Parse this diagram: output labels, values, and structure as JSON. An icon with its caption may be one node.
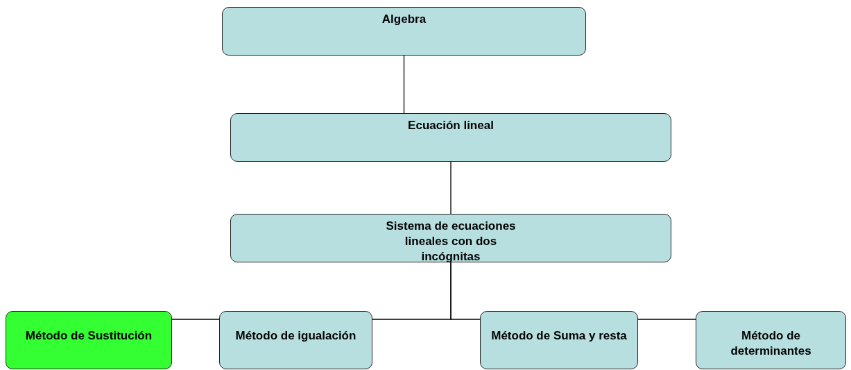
{
  "diagram": {
    "nodes": [
      {
        "text": [
          "Algebra"
        ]
      },
      {
        "text": [
          "Ecuación lineal"
        ]
      },
      {
        "text": [
          "Sistema de ecuaciones lineales con dos incógnitas"
        ]
      },
      {
        "text": [
          "Método de Sustitución"
        ]
      },
      {
        "text": [
          "Método de igualación"
        ]
      },
      {
        "text": [
          "Método de Suma y resta"
        ]
      },
      {
        "text": [
          "Método de determinantes"
        ]
      }
    ],
    "edges": [
      {
        "from": 0,
        "to": 1,
        "arrow": "none"
      },
      {
        "from": 1,
        "to": 2,
        "arrow": "none"
      },
      {
        "from": 2,
        "to": 4,
        "arrow": "none"
      },
      {
        "from": 2,
        "to": 5,
        "arrow": "none"
      },
      {
        "from": 3,
        "to": 4,
        "arrow": "none"
      },
      {
        "from": 5,
        "to": 6,
        "arrow": "none"
      }
    ]
  }
}
